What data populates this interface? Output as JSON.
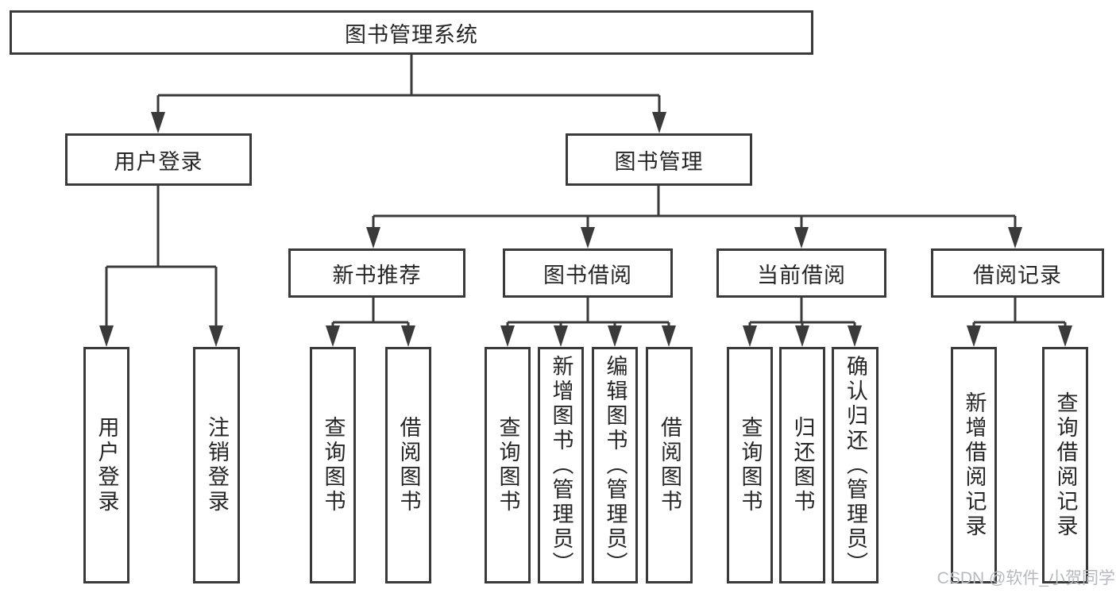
{
  "diagram": {
    "title": "图书管理系统",
    "line_color": "#3a3a3a",
    "text_color": "#262626",
    "background_color": "#ffffff",
    "watermark": "CSDN @软件_小贺同学",
    "watermark_color": "#b6bac0",
    "level2": [
      "用户登录",
      "图书管理"
    ],
    "level3": [
      "新书推荐",
      "图书借阅",
      "当前借阅",
      "借阅记录"
    ],
    "leaves": {
      "user_login": [
        "用户登录",
        "注销登录"
      ],
      "new_books": [
        "查询图书",
        "借阅图书"
      ],
      "book_borrow": [
        "查询图书",
        "新增图书（管理员）",
        "编辑图书（管理员）",
        "借阅图书"
      ],
      "current_borrow": [
        "查询图书",
        "归还图书",
        "确认归还（管理员）"
      ],
      "borrow_records": [
        "新增借阅记录",
        "查询借阅记录"
      ]
    }
  }
}
